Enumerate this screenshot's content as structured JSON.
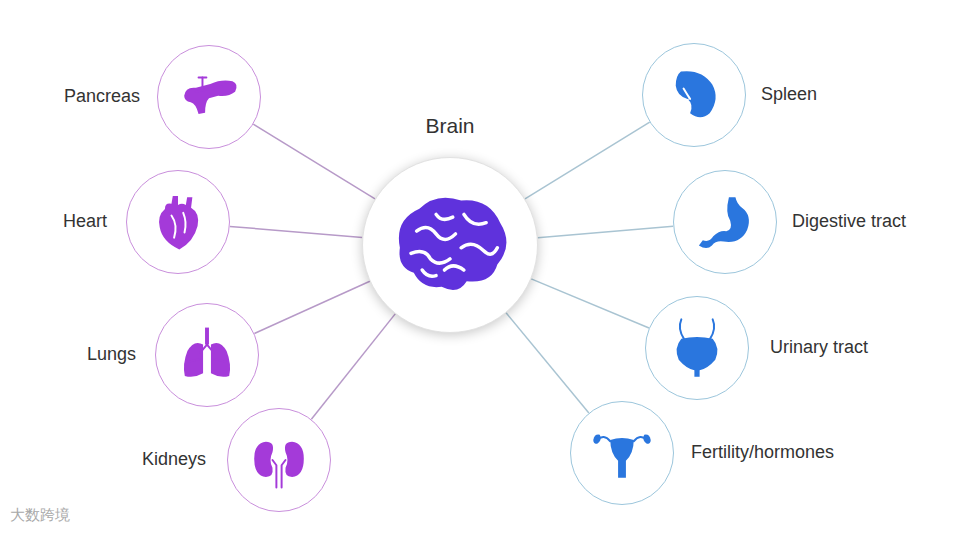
{
  "diagram": {
    "nodes": [
      {
        "text": [
          "Brain"
        ]
      },
      {
        "text": [
          "Pancreas"
        ]
      },
      {
        "text": [
          "Heart"
        ]
      },
      {
        "text": [
          "Lungs"
        ]
      },
      {
        "text": [
          "Kidneys"
        ]
      },
      {
        "text": [
          "Spleen"
        ]
      },
      {
        "text": [
          "Digestive tract"
        ]
      },
      {
        "text": [
          "Urinary tract"
        ]
      },
      {
        "text": [
          "Fertility/hormones"
        ]
      }
    ],
    "edges": [
      {
        "from": 0,
        "to": 1,
        "arrow": "none"
      },
      {
        "from": 0,
        "to": 2,
        "arrow": "none"
      },
      {
        "from": 0,
        "to": 3,
        "arrow": "none"
      },
      {
        "from": 0,
        "to": 4,
        "arrow": "none"
      },
      {
        "from": 0,
        "to": 5,
        "arrow": "none"
      },
      {
        "from": 0,
        "to": 6,
        "arrow": "none"
      },
      {
        "from": 0,
        "to": 7,
        "arrow": "none"
      },
      {
        "from": 0,
        "to": 8,
        "arrow": "none"
      }
    ],
    "labels": [
      "大数跨境"
    ]
  }
}
